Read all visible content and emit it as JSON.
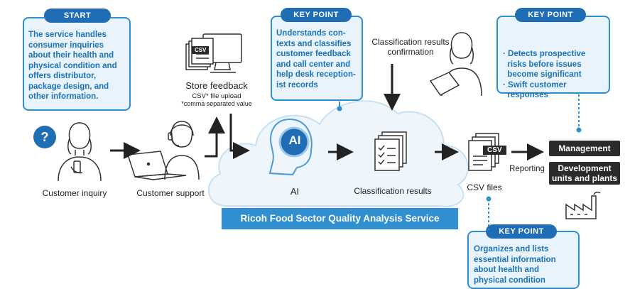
{
  "start": {
    "tag": "START",
    "lines": [
      "The service handles",
      "consumer inquiries",
      "about their health and",
      "physical condition and",
      "offers distributor,",
      "package design, and",
      "other information."
    ]
  },
  "key_point_1": {
    "tag": "KEY POINT",
    "lines": [
      "Understands con-",
      "texts and classifies",
      "customer feedback",
      "and call center and",
      "help desk reception-",
      "ist records"
    ]
  },
  "key_point_2": {
    "tag": "KEY POINT",
    "lines": [
      "· Detects prospective",
      "  risks before issues",
      "  become significant",
      "· Swift customer",
      "  responses"
    ]
  },
  "key_point_3": {
    "tag": "KEY POINT",
    "lines": [
      "Organizes and lists",
      "essential information",
      "about health and",
      "physical condition"
    ]
  },
  "nodes": {
    "customer_inquiry": "Customer inquiry",
    "customer_support": "Customer support",
    "store_feedback": "Store feedback",
    "csv_upload": "CSV* file upload",
    "csv_note": "*comma separated value",
    "ai": "AI",
    "ai_badge": "AI",
    "classification_results": "Classification results",
    "classification_confirmation_1": "Classification results",
    "classification_confirmation_2": "confirmation",
    "csv_files": "CSV files",
    "csv_badge": "CSV",
    "csv_doc_badge": "CSV",
    "reporting": "Reporting",
    "management": "Management",
    "development_1": "Development",
    "development_2": "units and plants",
    "question_mark": "?"
  },
  "banner": "Ricoh Food Sector Quality Analysis Service",
  "colors": {
    "accent_blue": "#2f8fd0",
    "dark_blue": "#1f6db5",
    "text_blue": "#1c73b9",
    "box_fill": "#e8f3fb",
    "cloud_fill": "#eef6fc"
  }
}
